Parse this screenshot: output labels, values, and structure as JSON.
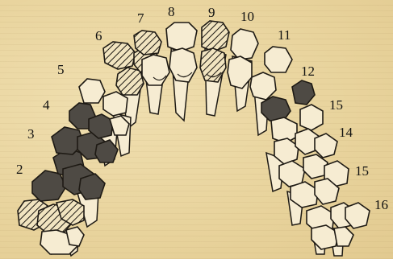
{
  "tooth_labels": [
    {
      "id": "2",
      "text": "2"
    },
    {
      "id": "3",
      "text": "3"
    },
    {
      "id": "4",
      "text": "4"
    },
    {
      "id": "5",
      "text": "5"
    },
    {
      "id": "6",
      "text": "6"
    },
    {
      "id": "7",
      "text": "7"
    },
    {
      "id": "8",
      "text": "8"
    },
    {
      "id": "9",
      "text": "9"
    },
    {
      "id": "10",
      "text": "10"
    },
    {
      "id": "11",
      "text": "11"
    },
    {
      "id": "12",
      "text": "12"
    },
    {
      "id": "15a",
      "text": "15"
    },
    {
      "id": "14",
      "text": "14"
    },
    {
      "id": "15b",
      "text": "15"
    },
    {
      "id": "16",
      "text": "16"
    }
  ],
  "fill_styles": {
    "hatched": "#1e1a14",
    "dark": "#4e4a44",
    "plain": "#f6ecd2",
    "paper": "#ecd9a6"
  }
}
